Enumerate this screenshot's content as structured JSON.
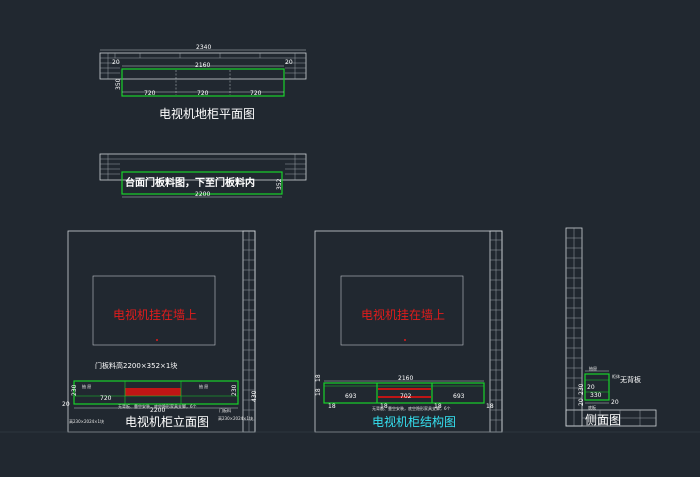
{
  "plan": {
    "title": "电视机地柜平面图",
    "dim_total": "2340",
    "dim_inner": "2160",
    "dim_side_left": "20",
    "dim_side_right": "20",
    "dim_depth": "350",
    "dim_seg": [
      "720",
      "720",
      "720"
    ]
  },
  "top_panel": {
    "label": "台面门板料图，下至门板料内",
    "dim_width": "2200",
    "dim_height": "352"
  },
  "elevation": {
    "title": "电视机柜立面图",
    "tv_label": "电视机挂在墙上",
    "door_note": "门板料高2200×352×1块",
    "dim_total": "2200",
    "dim_height": "430",
    "dim_left": "20",
    "dim_seg": "720",
    "dim_sides": [
      "230",
      "230"
    ],
    "small_labels": [
      "抽  屉",
      "抽  屉"
    ],
    "bottom_note": "无背板、靠空安装，底空隐形家具支脚，6个",
    "left_note": "高230×2024×1块",
    "right_note": "高230×2024×1块",
    "door_tag": "门板料"
  },
  "structure": {
    "title": "电视机柜结构图",
    "tv_label": "电视机挂在墙上",
    "dim_total": "2160",
    "dims_side": [
      "18",
      "18",
      "18",
      "18"
    ],
    "dims_left": [
      "18",
      "18"
    ],
    "dims_inner": [
      "693",
      "702",
      "693"
    ],
    "bottom_note": "无背板、靠空安装，底空隐形家具支脚，6个"
  },
  "side": {
    "title": "侧面图",
    "tag": "无背板",
    "dim_depth": "330",
    "dim_top": "20",
    "dim_bottom": "20",
    "dim_height": "230",
    "dim_panel": "20",
    "tiny_labels": [
      "抽屉",
      "柜体",
      "底板"
    ]
  }
}
